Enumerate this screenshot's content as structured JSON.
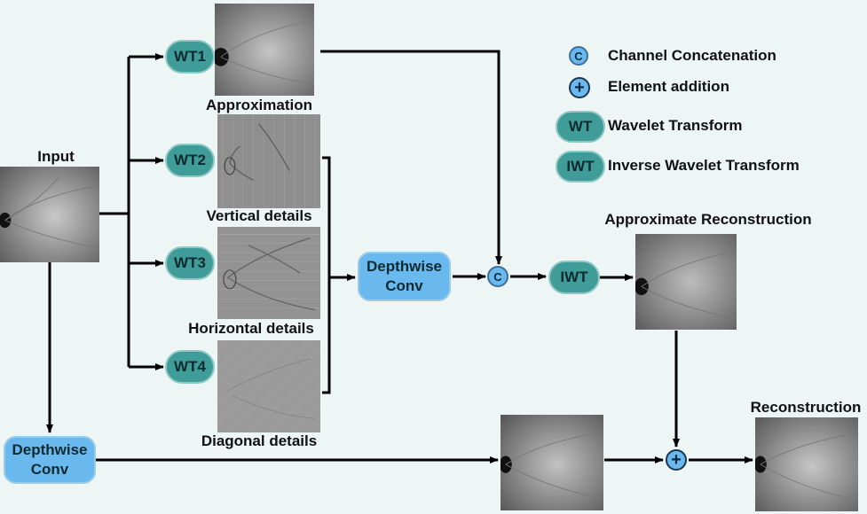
{
  "legend": {
    "concat_symbol": "C",
    "concat_label": "Channel Concatenation",
    "add_symbol": "+",
    "add_label": "Element addition",
    "wt_symbol": "WT",
    "wt_label": "Wavelet Transform",
    "iwt_symbol": "IWT",
    "iwt_label": "Inverse Wavelet Transform"
  },
  "input": {
    "label": "Input"
  },
  "wavelet_nodes": [
    "WT1",
    "WT2",
    "WT3",
    "WT4"
  ],
  "subbands": {
    "approximation": "Approximation",
    "vertical": "Vertical details",
    "horizontal": "Horizontal details",
    "diagonal": "Diagonal details"
  },
  "depthwise_conv": {
    "line1": "Depthwise",
    "line2": "Conv"
  },
  "ops": {
    "concat": "C",
    "add": "+",
    "iwt": "IWT"
  },
  "outputs": {
    "approx_reconstruction": "Approximate Reconstruction",
    "reconstruction": "Reconstruction"
  },
  "colors": {
    "background": "#edf5f5",
    "wt_node": "#3f9c98",
    "conv_node": "#6ab9ee",
    "arrow": "#000000"
  }
}
